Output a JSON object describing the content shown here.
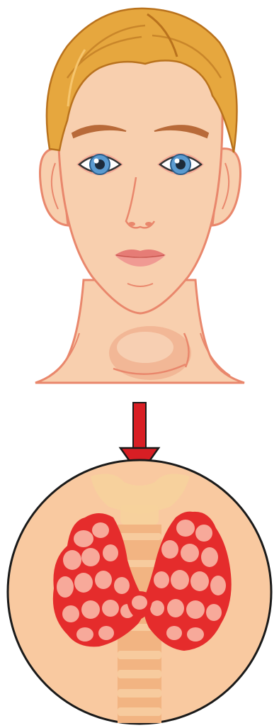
{
  "illustration": {
    "head_icon": "face-with-neck-swelling",
    "arrow_icon": "down-arrow",
    "thyroid_icon": "enlarged-thyroid-gland"
  },
  "colors": {
    "skin": "#f8cfae",
    "skin_outline": "#e9876c",
    "hair": "#e6a73e",
    "hair_dark": "#b9721d",
    "iris": "#5b9bd0",
    "lips": "#ec8d86",
    "arrow": "#d81e24",
    "circle_fill": "#f9c9a0",
    "thyroid_red": "#e52c2c",
    "thyroid_lobule": "#f7a99a",
    "cartilage": "#f6d19c",
    "trachea": "#f2b482"
  }
}
